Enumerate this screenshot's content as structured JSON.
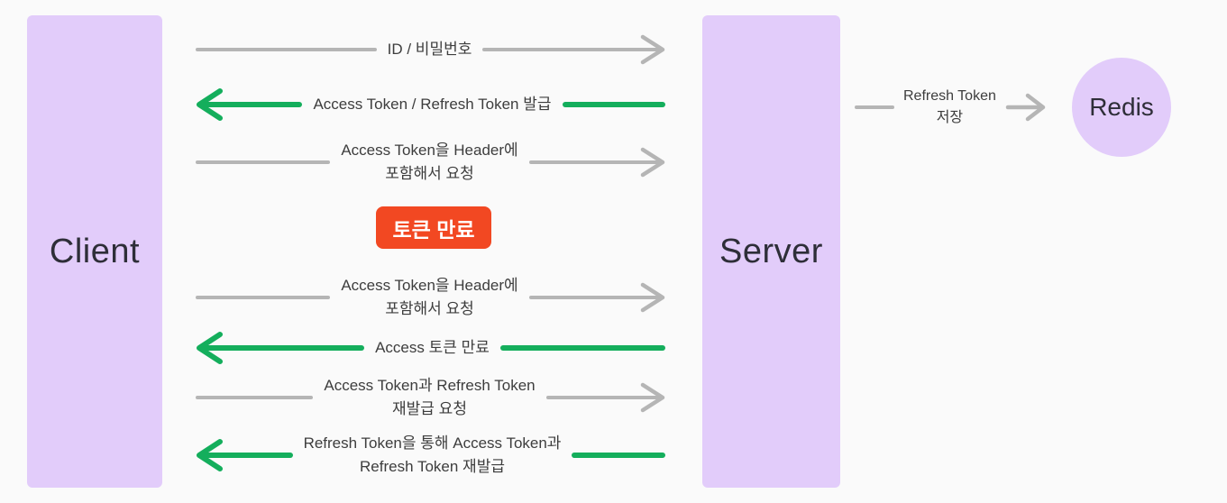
{
  "nodes": {
    "client": {
      "label": "Client"
    },
    "server": {
      "label": "Server"
    },
    "redis": {
      "label": "Redis"
    }
  },
  "flows": [
    {
      "direction": "right",
      "color": "#b5b5b5",
      "lines": [
        "ID / 비밀번호"
      ]
    },
    {
      "direction": "left",
      "color": "#14ae5c",
      "lines": [
        "Access Token / Refresh Token 발급"
      ]
    },
    {
      "direction": "right",
      "color": "#b5b5b5",
      "lines": [
        "Access Token을 Header에",
        "포함해서 요청"
      ]
    },
    {
      "direction": "right",
      "color": "#b5b5b5",
      "lines": [
        "Access Token을 Header에",
        "포함해서 요청"
      ]
    },
    {
      "direction": "left",
      "color": "#14ae5c",
      "lines": [
        "Access 토큰 만료"
      ]
    },
    {
      "direction": "right",
      "color": "#b5b5b5",
      "lines": [
        "Access Token과 Refresh Token",
        "재발급 요청"
      ]
    },
    {
      "direction": "left",
      "color": "#14ae5c",
      "lines": [
        "Refresh Token을 통해 Access Token과",
        "Refresh Token 재발급"
      ]
    }
  ],
  "badge": {
    "label": "토큰 만료",
    "color": "#f24822"
  },
  "server_to_redis": {
    "lines": [
      "Refresh Token",
      "저장"
    ],
    "color": "#b5b5b5"
  },
  "colors": {
    "background": "#fafafa",
    "node_fill": "#e2ccfa",
    "arrow_green": "#14ae5c",
    "arrow_gray": "#b5b5b5",
    "badge_red": "#f24822",
    "label_text": "#3d3d3d",
    "node_text": "#2e2e38"
  }
}
